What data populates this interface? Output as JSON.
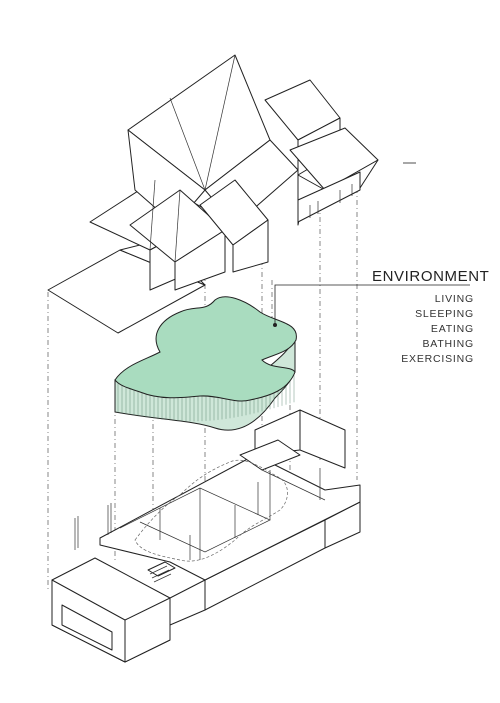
{
  "label": {
    "title": "ENVIRONMENT",
    "items": [
      "LIVING",
      "SLEEPING",
      "EATING",
      "BATHING",
      "EXERCISING"
    ]
  },
  "colors": {
    "environment_fill": "#a9dcbf",
    "environment_side": "#cfe7d9",
    "stroke": "#222222",
    "background": "#ffffff"
  }
}
